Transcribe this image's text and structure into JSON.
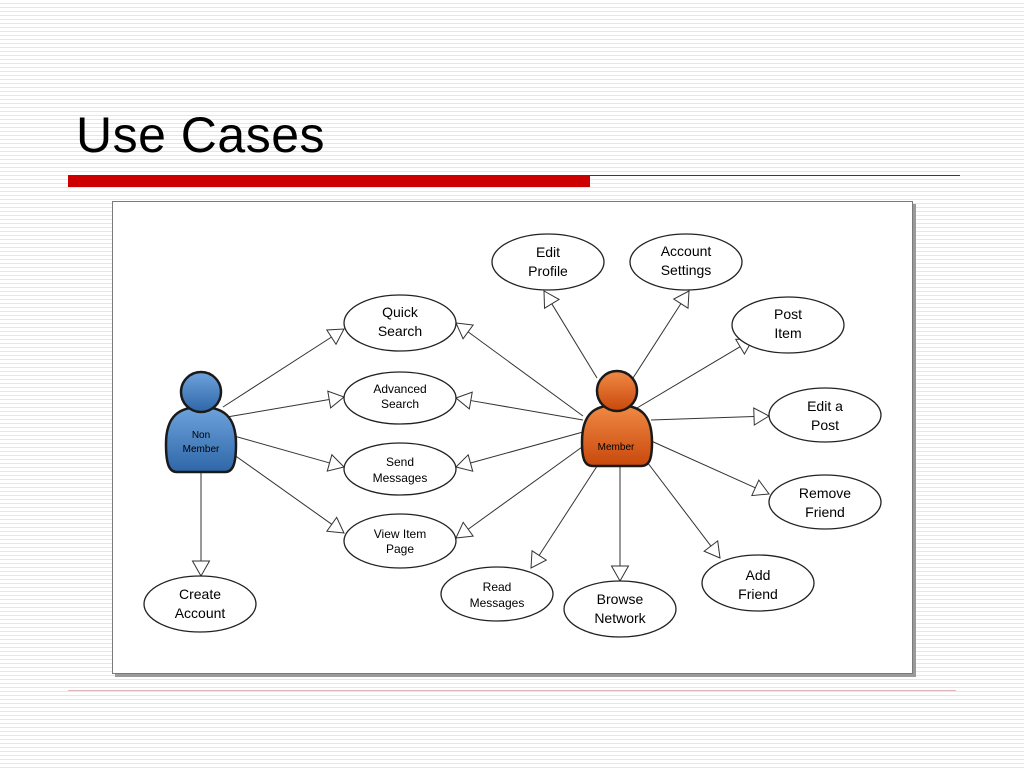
{
  "slide": {
    "title": "Use Cases"
  },
  "diagram": {
    "actors": {
      "non_member": {
        "line1": "Non",
        "line2": "Member",
        "color": "#3f7fc4"
      },
      "member": {
        "line1": "Member",
        "color": "#e0621a"
      }
    },
    "use_cases": {
      "quick_search": [
        "Quick",
        "Search"
      ],
      "advanced_search": [
        "Advanced",
        "Search"
      ],
      "send_messages": [
        "Send",
        "Messages"
      ],
      "view_item_page": [
        "View Item",
        "Page"
      ],
      "create_account": [
        "Create",
        "Account"
      ],
      "edit_profile": [
        "Edit",
        "Profile"
      ],
      "account_settings": [
        "Account",
        "Settings"
      ],
      "post_item": [
        "Post",
        "Item"
      ],
      "edit_a_post": [
        "Edit a",
        "Post"
      ],
      "remove_friend": [
        "Remove",
        "Friend"
      ],
      "add_friend": [
        "Add",
        "Friend"
      ],
      "browse_network": [
        "Browse",
        "Network"
      ],
      "read_messages": [
        "Read",
        "Messages"
      ]
    }
  }
}
